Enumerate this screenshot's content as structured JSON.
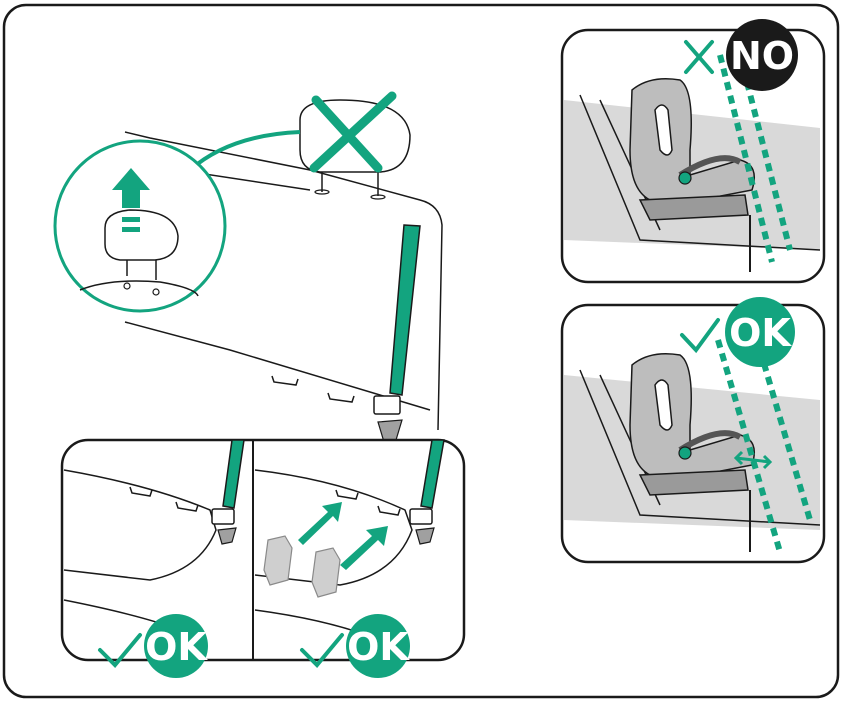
{
  "colors": {
    "accent": "#13a47f",
    "outline": "#1a1a1a",
    "panel_fill": "#d9d9d9",
    "seat_fill": "#bdbdbd",
    "no_badge": "#1a1a1a",
    "arrow_fill": "#13a47f"
  },
  "icons": {
    "wrong": "cross-mark-icon",
    "right": "check-mark-icon",
    "headrest_removal": "up-arrow-icon",
    "push_in": "right-arrow-icon"
  },
  "labels": {
    "no_badge": "NO",
    "ok_badge_right": "OK",
    "ok_badge_bottom_left": "OK",
    "ok_badge_bottom_right": "OK"
  }
}
